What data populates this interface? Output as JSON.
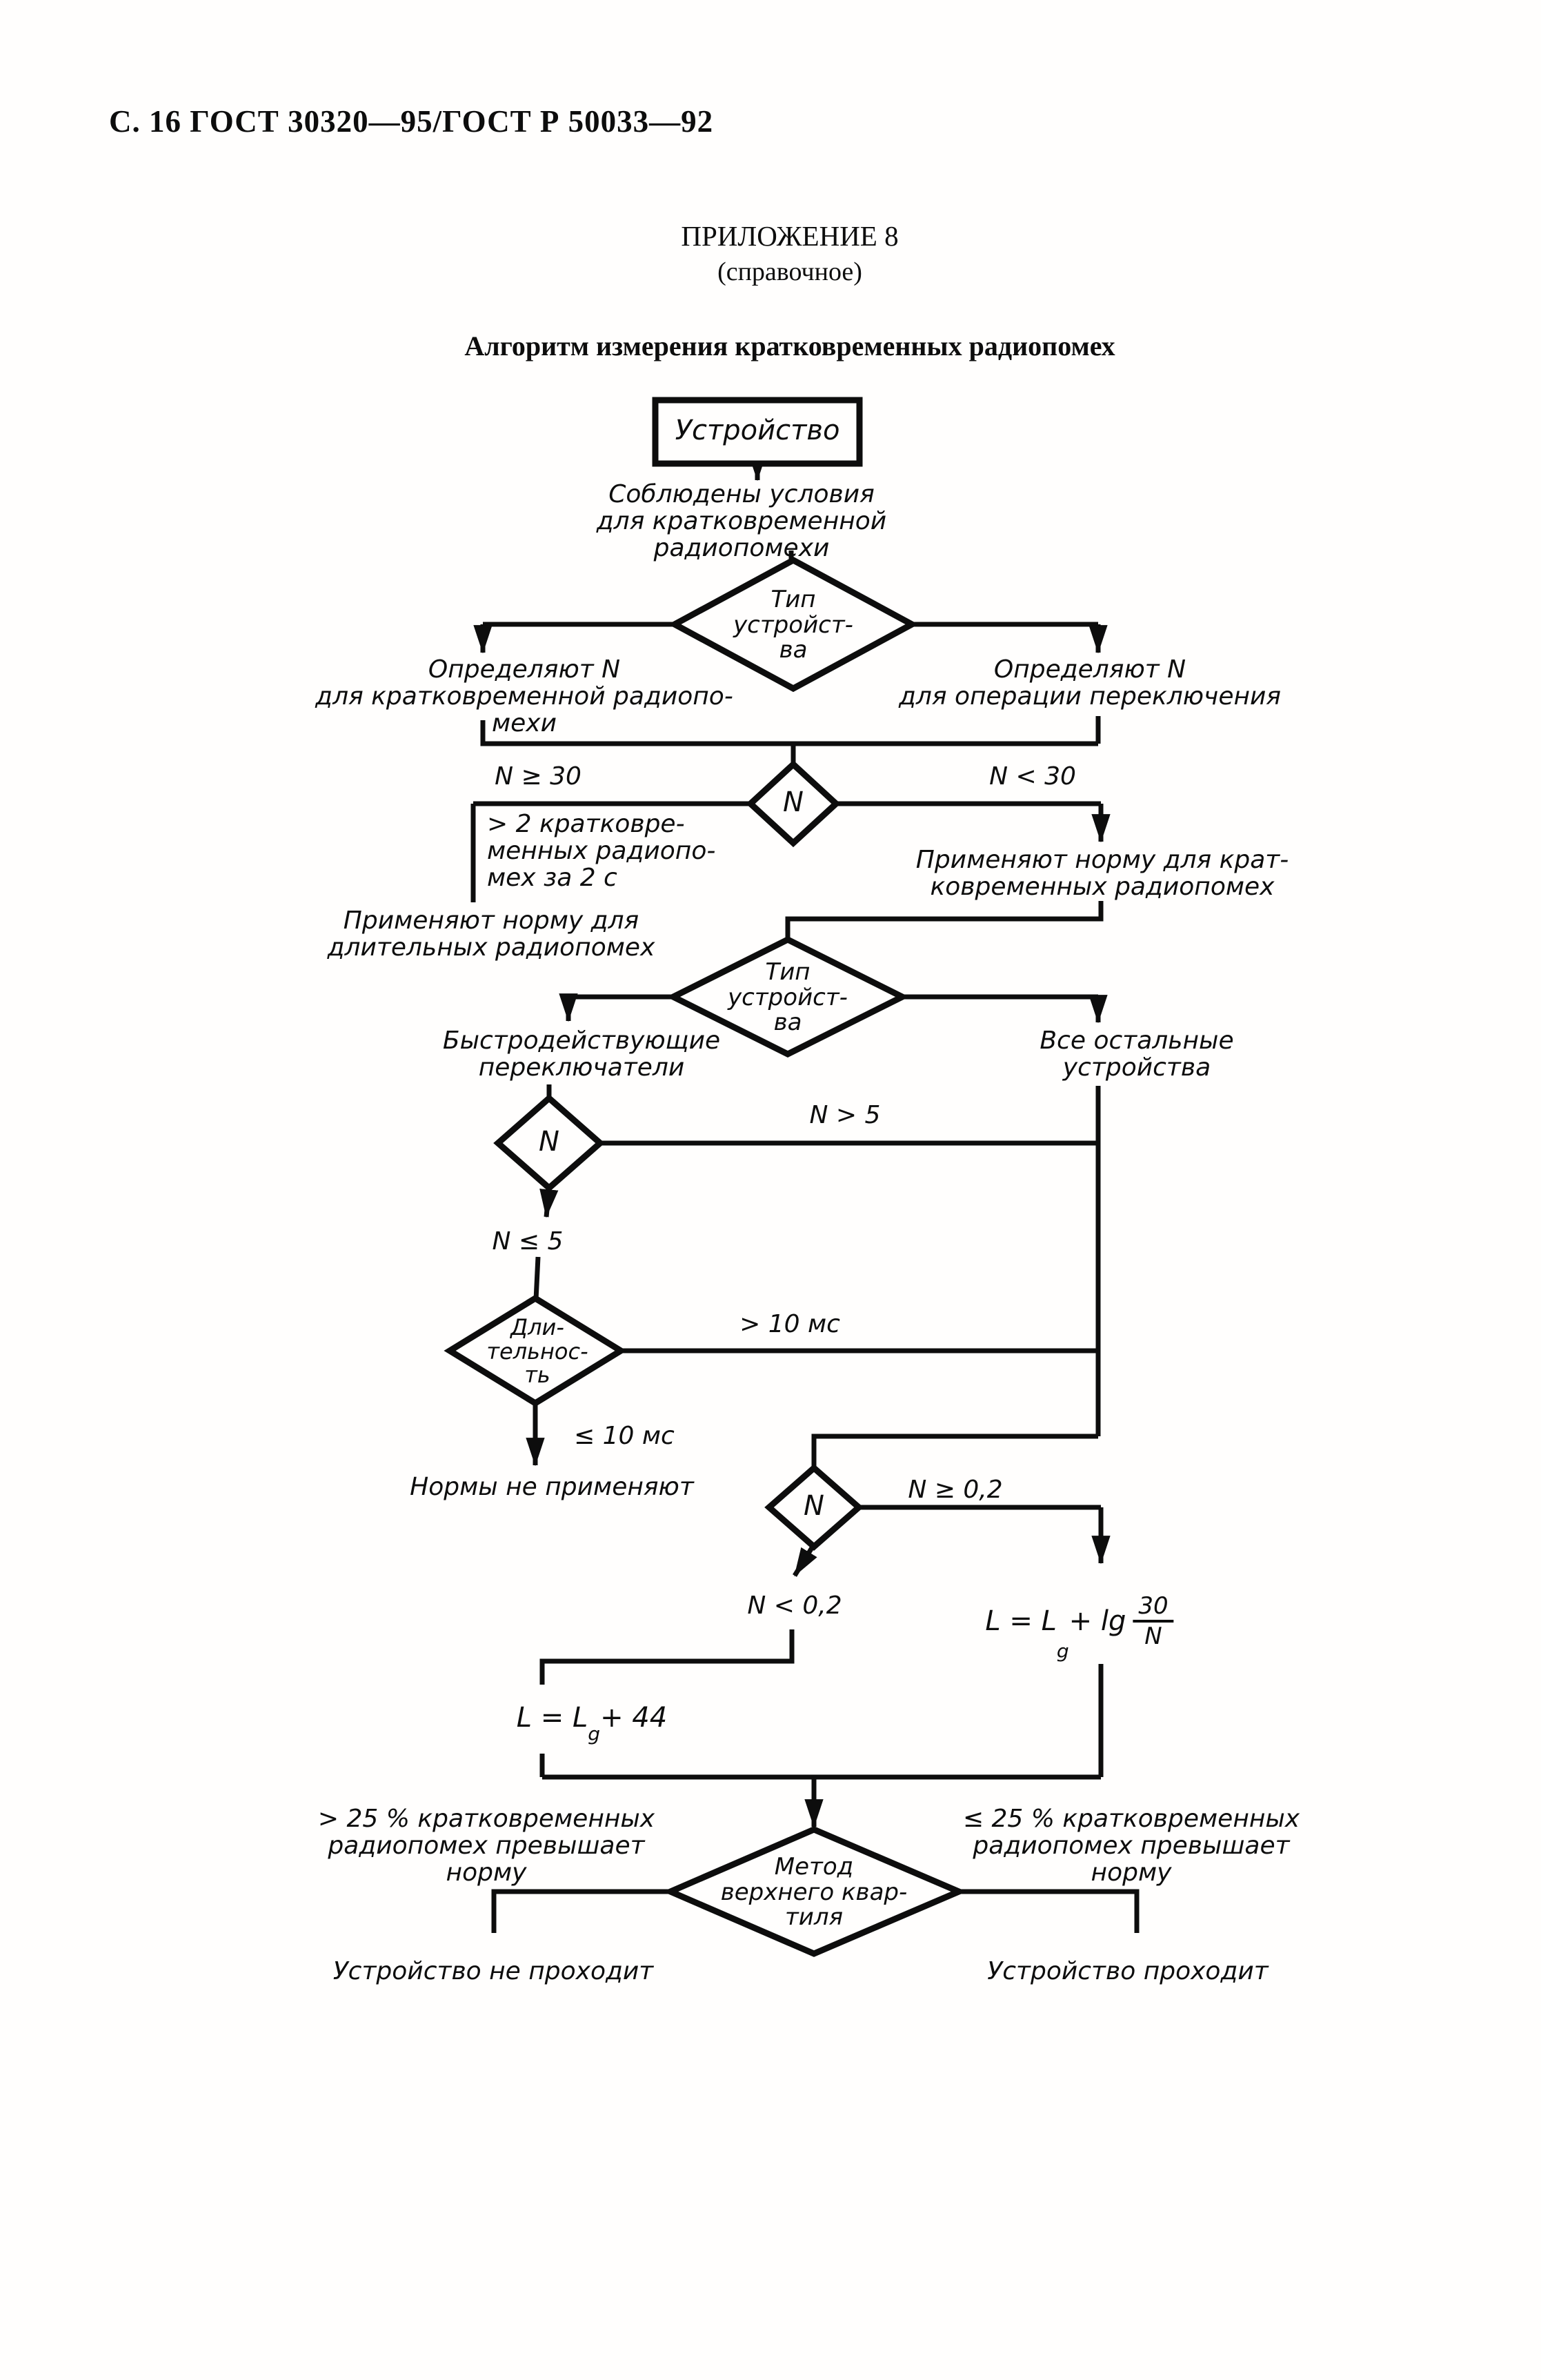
{
  "page": {
    "header": "С. 16 ГОСТ 30320—95/ГОСТ Р 50033—92",
    "appendix_title": "ПРИЛОЖЕНИЕ 8",
    "appendix_subtitle": "(справочное)",
    "diagram_title": "Алгоритм измерения кратковременных радиопомех"
  },
  "flowchart": {
    "start_box": "Устройство",
    "condition_note": [
      "Соблюдены условия",
      "для кратковременной",
      "радиопомехи"
    ],
    "device_type_1": [
      "Тип",
      "устройст-",
      "ва"
    ],
    "determine_left": [
      "Определяют N",
      "для кратковременной радиопо-",
      "мехи"
    ],
    "determine_right": [
      "Определяют N",
      "для операции переключения"
    ],
    "n_label": "N",
    "n_ge_30": "N ≥ 30",
    "n_lt_30": "N < 30",
    "gt2_note": [
      "> 2 кратковре-",
      "менных радиопо-",
      "мех за 2 с"
    ],
    "long_norm": [
      "Применяют норму для",
      "длительных радиопомех"
    ],
    "short_norm": [
      "Применяют норму для крат-",
      "ковременных радиопомех"
    ],
    "device_type_2": [
      "Тип",
      "устройст-",
      "ва"
    ],
    "fast_switches": [
      "Быстродействующие",
      "переключатели"
    ],
    "other_devices": [
      "Все остальные",
      "устройства"
    ],
    "n_gt_5": "N > 5",
    "n_le_5": "N ≤ 5",
    "duration": [
      "Дли-",
      "тельнос-",
      "ть"
    ],
    "gt_10ms": "> 10 мс",
    "le_10ms": "≤ 10 мс",
    "no_norms": "Нормы не применяют",
    "n_ge_02": "N ≥ 0,2",
    "n_lt_02": "N < 0,2",
    "formula_right": {
      "lhs": "L = L",
      "sub": "g",
      "op": " + lg",
      "num": "30",
      "den": "N"
    },
    "formula_left": {
      "lhs": "L = L",
      "sub": "g",
      "rest": " + 44"
    },
    "quartile": [
      "Метод",
      "верхнего квар-",
      "тиля"
    ],
    "gt_25": [
      "> 25 % кратковременных",
      "радиопомех превышает",
      "норму"
    ],
    "le_25": [
      "≤ 25 % кратковременных",
      "радиопомех превышает",
      "норму"
    ],
    "fail": "Устройство не проходит",
    "pass": "Устройство проходит"
  }
}
